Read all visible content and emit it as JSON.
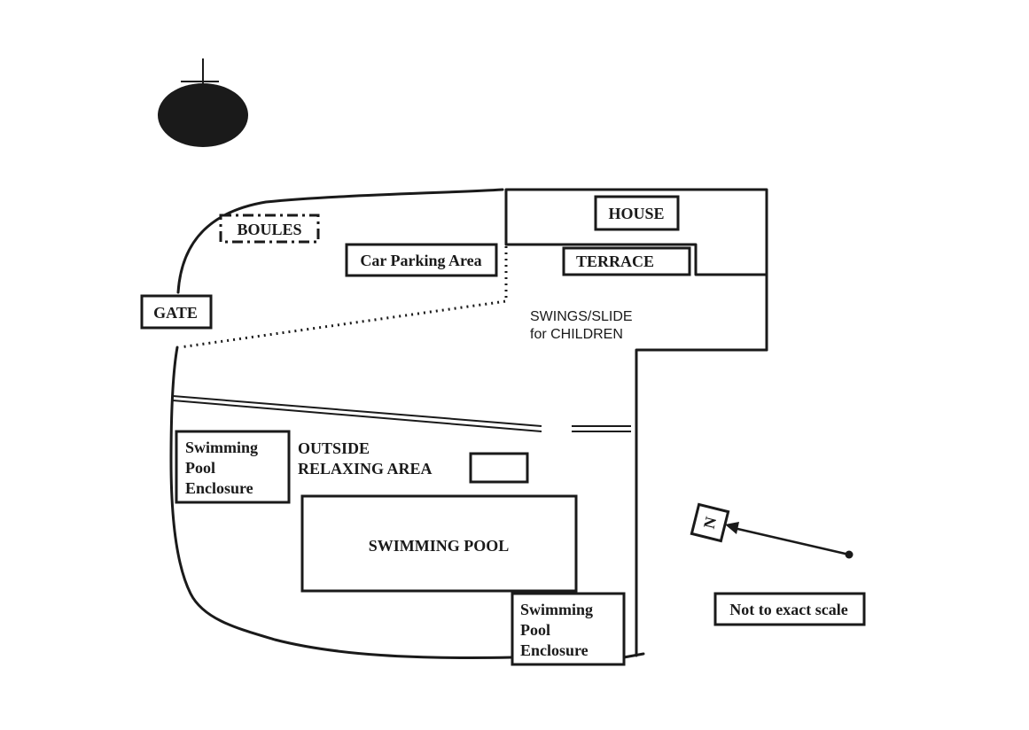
{
  "labels": {
    "house": "HOUSE",
    "terrace": "TERRACE",
    "boules": "BOULES",
    "car_parking": "Car Parking Area",
    "gate": "GATE",
    "swings_line1": "SWINGS/SLIDE",
    "swings_line2": "for CHILDREN",
    "outside_line1": "OUTSIDE",
    "outside_line2": "RELAXING AREA",
    "pool_enclosure_left": [
      "Swimming",
      "Pool",
      "Enclosure"
    ],
    "swimming_pool": "SWIMMING POOL",
    "pool_enclosure_bottom": [
      "Swimming",
      "Pool",
      "Enclosure"
    ],
    "north": "N",
    "scale_note": "Not to exact scale"
  },
  "colors": {
    "ink": "#1a1a1a",
    "paper": "#ffffff"
  },
  "icons": {
    "compass_rose": "filled-oval-with-cross",
    "north_arrow": "arrow-pointing-to-n-box"
  }
}
